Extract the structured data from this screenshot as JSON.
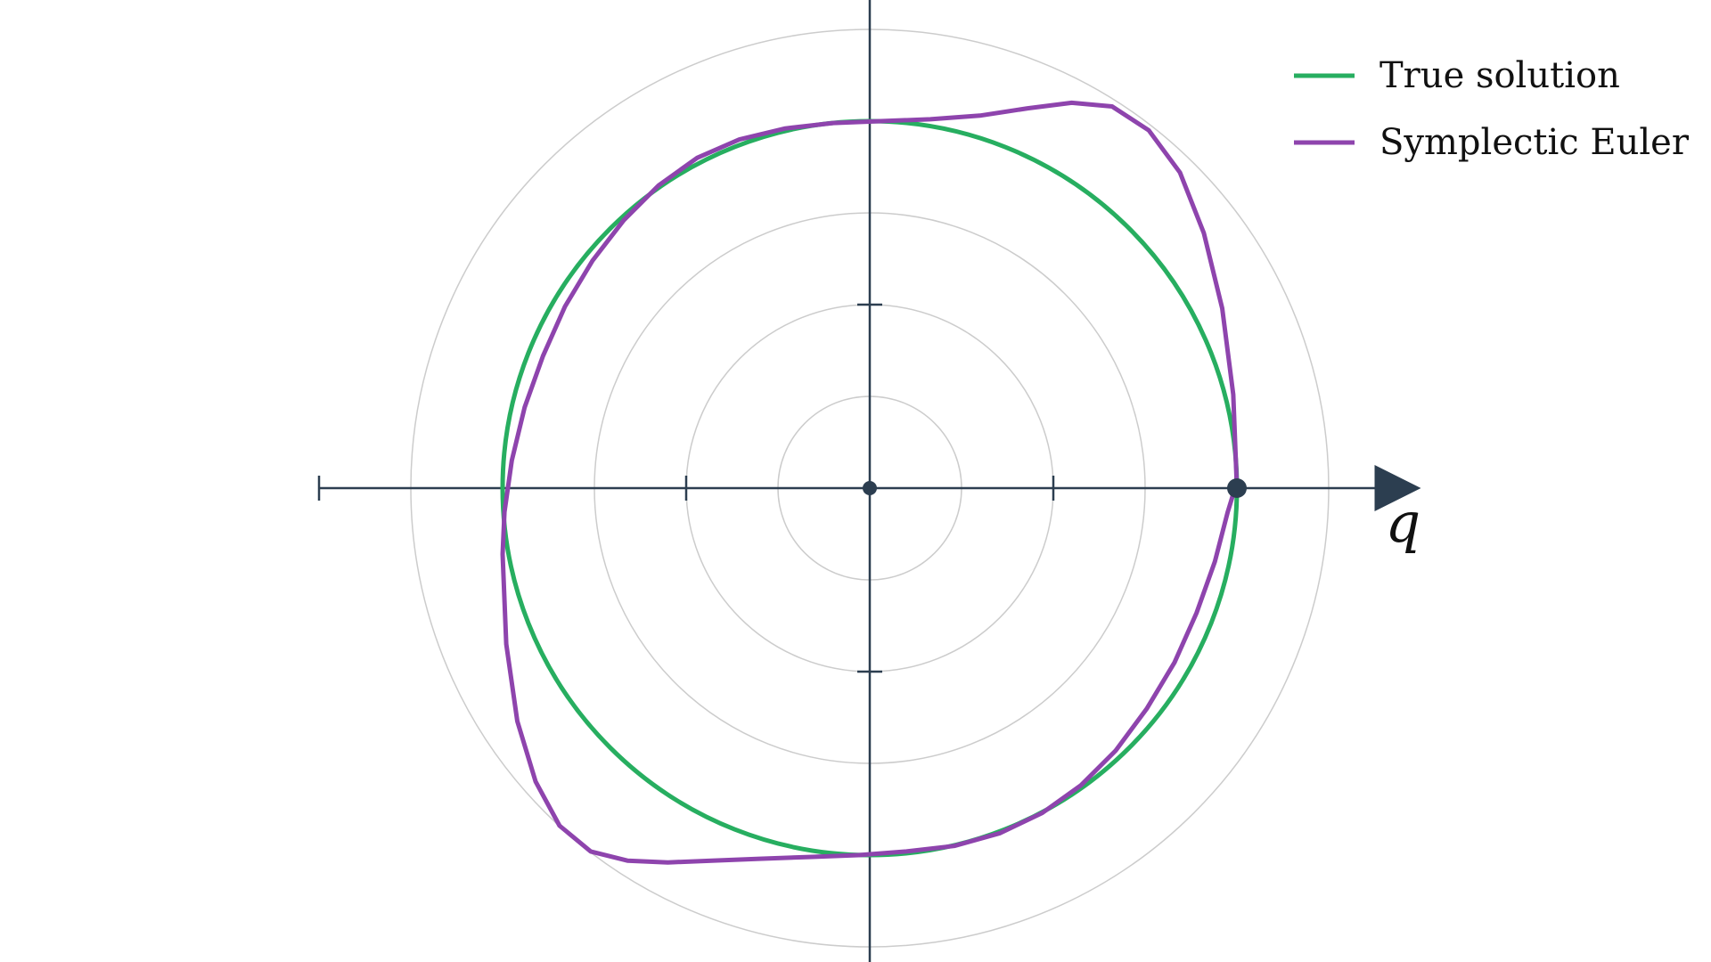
{
  "chart_data": {
    "type": "line",
    "title": "",
    "xlabel": "q",
    "ylabel": "",
    "xlim": [
      -3,
      3
    ],
    "ylim": [
      -2.666,
      2.666
    ],
    "grid": "polar-circles",
    "grid_radii": [
      0.5,
      1.0,
      1.5,
      2.0,
      2.5
    ],
    "x_ticks": [
      -3,
      -1,
      1
    ],
    "y_ticks": [
      -1,
      1
    ],
    "markers": [
      {
        "name": "origin",
        "x": 0,
        "y": 0
      },
      {
        "name": "initial-condition",
        "x": 2,
        "y": 0
      }
    ],
    "legend_position": "top-right",
    "series": [
      {
        "name": "True solution",
        "color": "#27ae60",
        "shape": "circle",
        "center": [
          0,
          0
        ],
        "radius": 2.0
      },
      {
        "name": "Symplectic Euler",
        "color": "#8e44ad",
        "shape": "closed-curve",
        "x": [
          2.0,
          1.98,
          1.92,
          1.82,
          1.69,
          1.52,
          1.32,
          1.1,
          0.86,
          0.6,
          0.33,
          0.06,
          -0.2,
          -0.46,
          -0.71,
          -0.94,
          -1.15,
          -1.34,
          -1.51,
          -1.66,
          -1.78,
          -1.88,
          -1.95,
          -1.99,
          -2.0,
          -1.98,
          -1.92,
          -1.82,
          -1.69,
          -1.52,
          -1.32,
          -1.1,
          -0.86,
          -0.6,
          -0.33,
          -0.06,
          0.2,
          0.46,
          0.71,
          0.94,
          1.15,
          1.34,
          1.51,
          1.66,
          1.78,
          1.88,
          1.95,
          1.99,
          2.0
        ],
        "y": [
          0.0,
          0.51,
          0.98,
          1.39,
          1.72,
          1.95,
          2.08,
          2.1,
          2.07,
          2.03,
          2.01,
          2.0,
          1.99,
          1.96,
          1.9,
          1.8,
          1.65,
          1.46,
          1.24,
          0.99,
          0.72,
          0.44,
          0.15,
          -0.13,
          -0.36,
          -0.85,
          -1.27,
          -1.6,
          -1.84,
          -1.98,
          -2.03,
          -2.04,
          -2.03,
          -2.02,
          -2.01,
          -2.0,
          -1.98,
          -1.95,
          -1.88,
          -1.77,
          -1.62,
          -1.43,
          -1.2,
          -0.95,
          -0.68,
          -0.4,
          -0.13,
          0.0,
          0.0
        ]
      }
    ]
  }
}
